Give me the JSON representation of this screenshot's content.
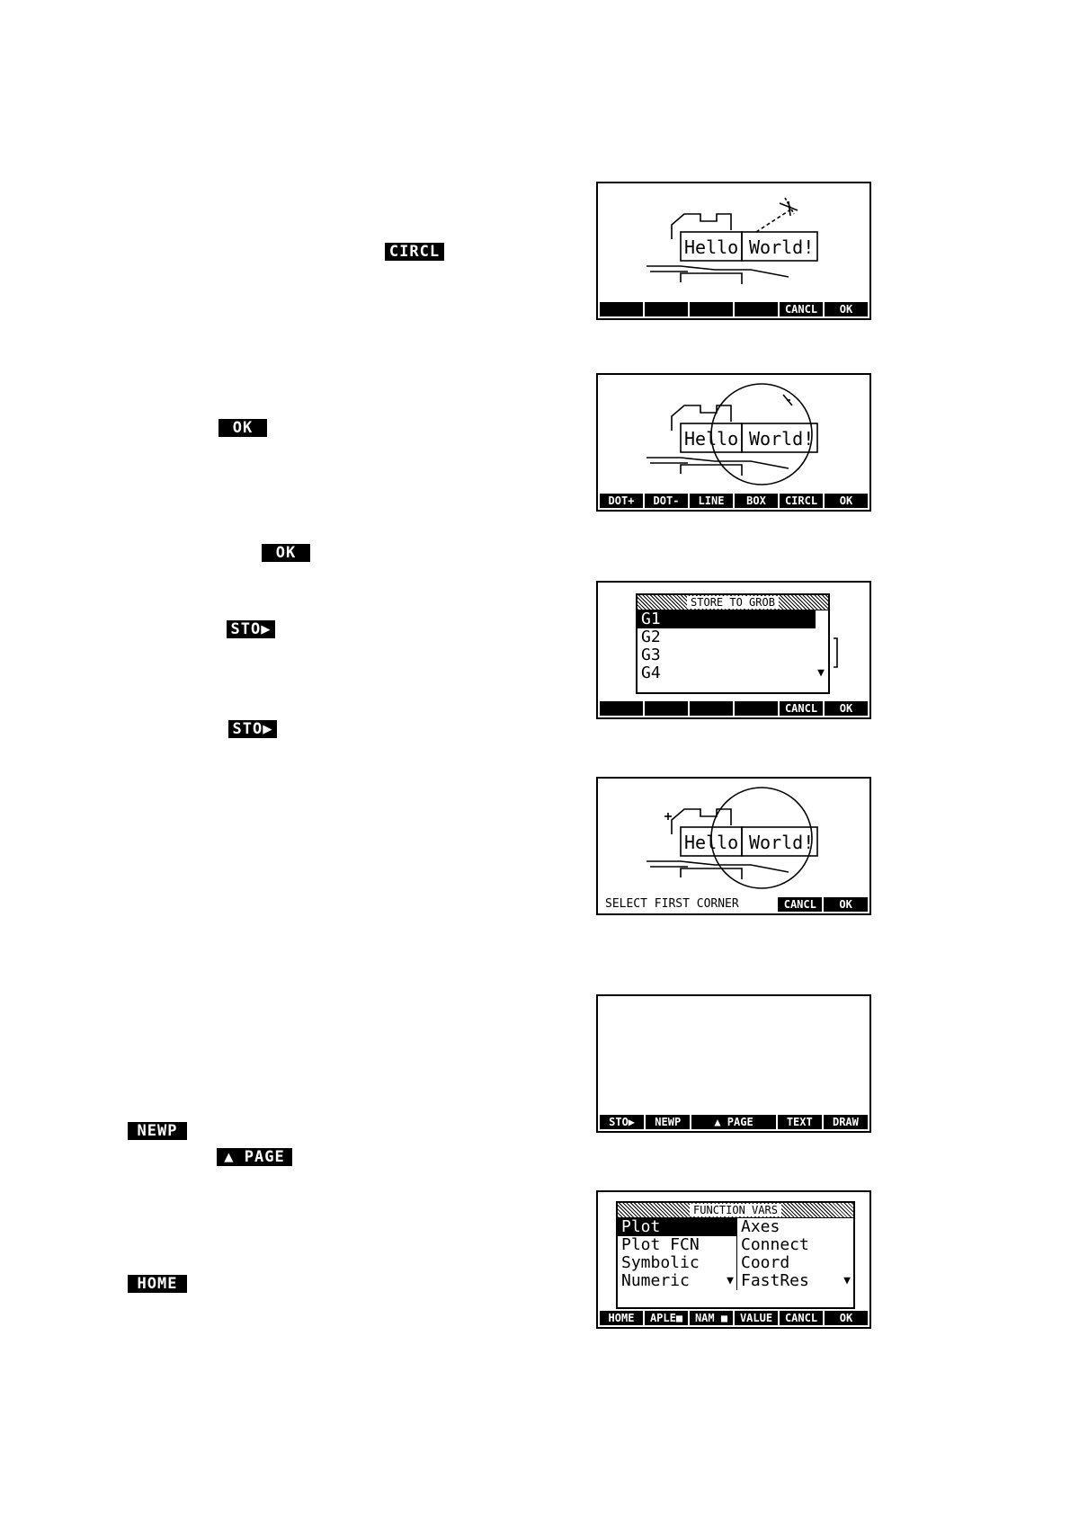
{
  "inline_keys": {
    "circl": "CIRCL",
    "ok_1": "OK",
    "ok_2": "OK",
    "sto_1": "STO▶",
    "sto_2": "STO▶",
    "newp": "NEWP",
    "page": "▲ PAGE",
    "home": "HOME"
  },
  "screens": {
    "s1": {
      "box_left": "Hello",
      "box_right": "World!",
      "menu": [
        "",
        "",
        "",
        "",
        "CANCL",
        "OK"
      ]
    },
    "s2": {
      "box_left": "Hello",
      "box_right": "World!",
      "menu": [
        "DOT+",
        "DOT-",
        "LINE",
        "BOX",
        "CIRCL",
        "OK"
      ]
    },
    "s3": {
      "dialog_title": "STORE TO GROB",
      "items": [
        "G1",
        "G2",
        "G3",
        "G4"
      ],
      "selected_index": 0,
      "scroll_arrow": "▼",
      "menu": [
        "",
        "",
        "",
        "",
        "CANCL",
        "OK"
      ]
    },
    "s4": {
      "box_left": "Hello",
      "box_right": "World!",
      "message": "SELECT FIRST CORNER",
      "menu": [
        "CANCL",
        "OK"
      ]
    },
    "s5": {
      "menu": [
        "STO▶",
        "NEWP",
        "▲ PAGE",
        "",
        "TEXT",
        "DRAW"
      ]
    },
    "s6": {
      "dialog_title": "FUNCTION VARS",
      "left_items": [
        "Plot",
        "Plot FCN",
        "Symbolic",
        "Numeric"
      ],
      "right_items": [
        "Axes",
        "Connect",
        "Coord",
        "FastRes"
      ],
      "selected_index": 0,
      "scroll_arrow": "▼",
      "menu": [
        "HOME",
        "APLE■",
        "NAM ■",
        "VALUE",
        "CANCL",
        "OK"
      ]
    }
  }
}
